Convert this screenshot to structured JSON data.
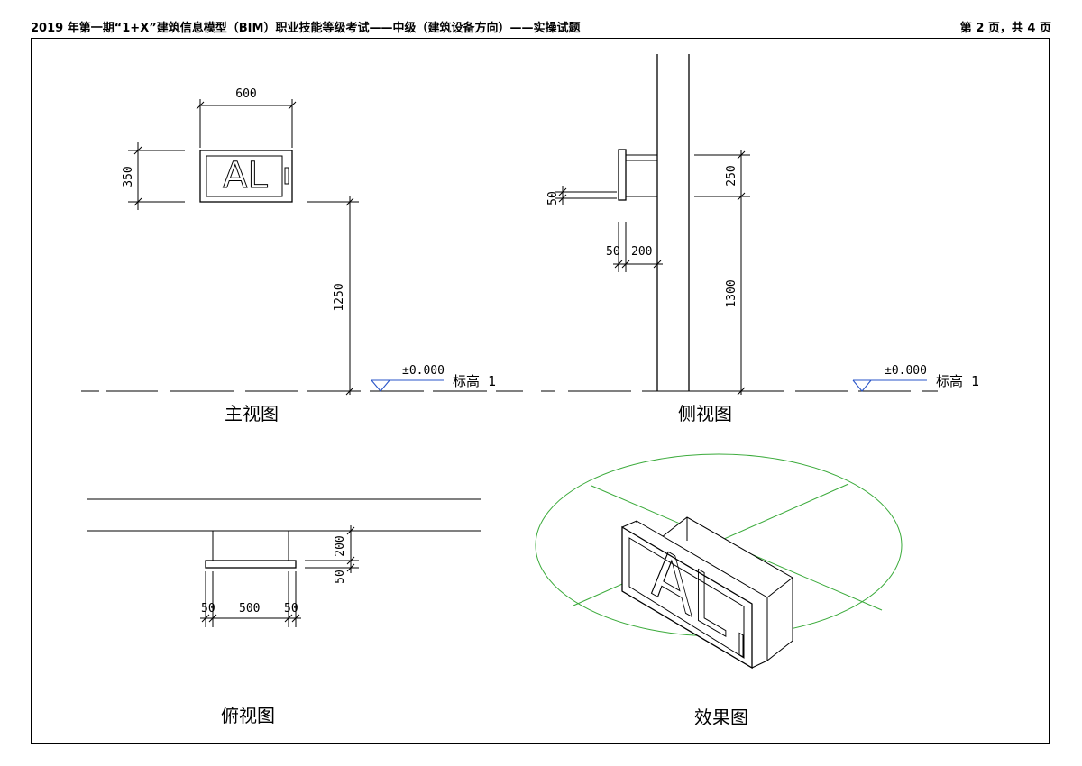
{
  "header": {
    "title": "2019 年第一期“1+X”建筑信息模型（BIM）职业技能等级考试——中级（建筑设备方向）——实操试题",
    "page_info": "第 2 页，共 4 页"
  },
  "front_view": {
    "caption": "主视图",
    "panel_text": "AL",
    "dim_width": "600",
    "dim_height": "350",
    "dim_elevation": "1250",
    "level_value": "±0.000",
    "level_name": "标高 1"
  },
  "side_view": {
    "caption": "侧视图",
    "dim_top": "250",
    "dim_thickness": "50",
    "dim_cover": "50",
    "dim_depth": "200",
    "dim_elevation": "1300",
    "level_value": "±0.000",
    "level_name": "标高 1"
  },
  "top_view": {
    "caption": "俯视图",
    "dim_left": "50",
    "dim_mid": "500",
    "dim_right": "50",
    "dim_depth": "200",
    "dim_cover": "50"
  },
  "iso_view": {
    "caption": "效果图",
    "panel_text": "AL"
  },
  "colors": {
    "line": "#000000",
    "level_marker": "#2a55c8",
    "iso_guides": "#3aaa3a"
  }
}
